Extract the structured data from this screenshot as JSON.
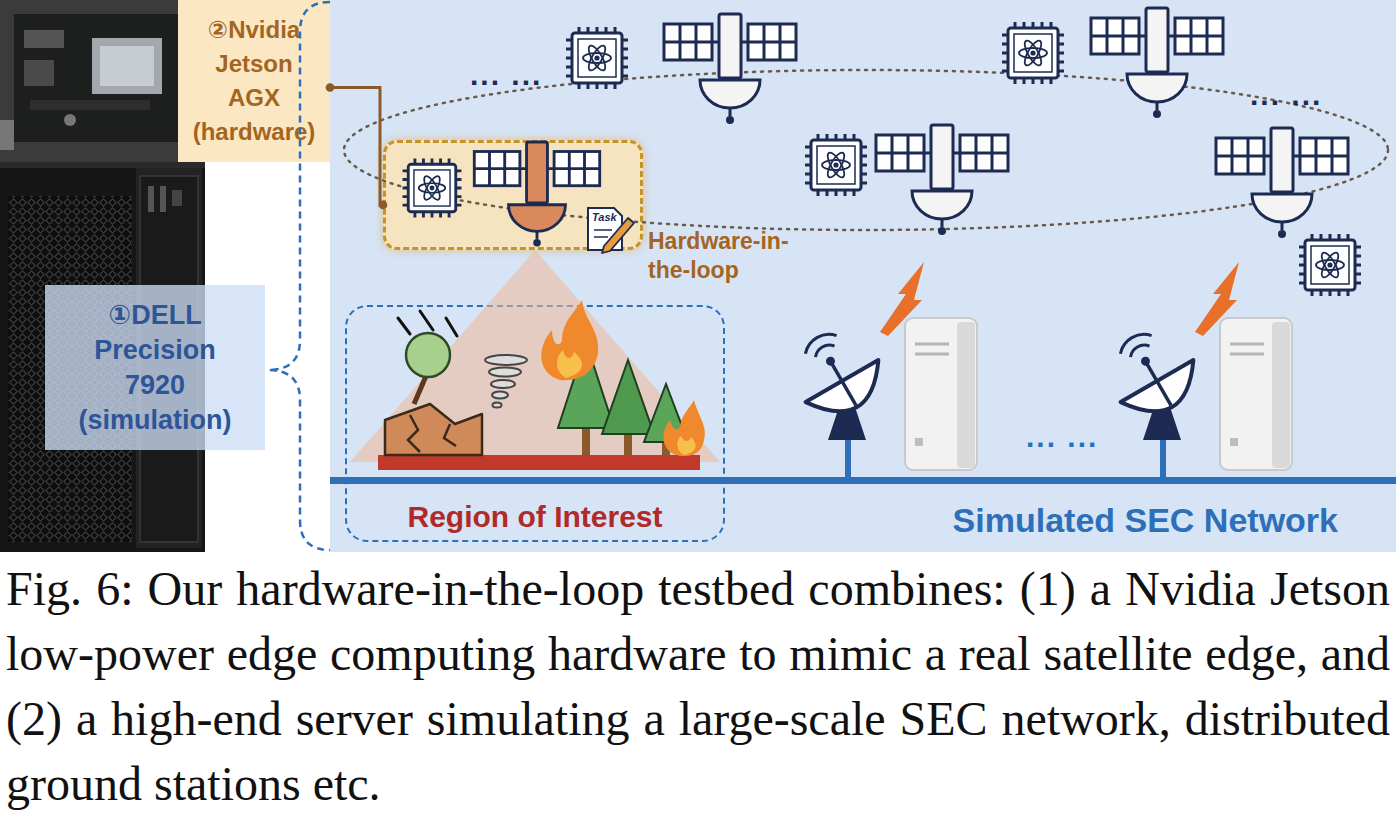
{
  "diagram": {
    "caption": "Fig. 6: Our hardware-in-the-loop testbed combines: (1) a Nvidia Jetson low-power edge computing hardware to mimic a real satellite edge, and (2) a high-end server simulating a large-scale SEC network, distributed ground stations etc.",
    "nodes": [
      {
        "text": [
          "②Nvidia Jetson AGX (hardware)"
        ]
      },
      {
        "text": [
          "①DELL Precision 7920 (simulation)"
        ]
      },
      {
        "text": [
          "Simulated SEC Network"
        ]
      },
      {
        "text": [
          "Hardware-in-the-loop"
        ],
        "in": 2
      },
      {
        "text": [
          "Region of Interest"
        ],
        "in": 2
      }
    ],
    "edges": [
      {
        "from": 0,
        "to": 3,
        "arrow": "none"
      }
    ],
    "labels": [
      "... ...",
      "... ...",
      "... ...",
      "Task"
    ]
  }
}
